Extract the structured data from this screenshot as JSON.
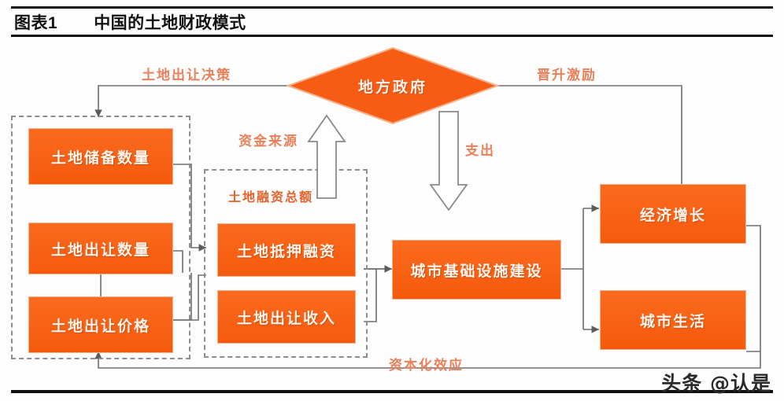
{
  "header": {
    "figure_label": "图表1",
    "title": "中国的土地财政模式"
  },
  "diagram": {
    "nodes": {
      "local_government": "地方政府",
      "land_reserve_quantity": "土地储备数量",
      "land_transfer_quantity": "土地出让数量",
      "land_transfer_price": "土地出让价格",
      "land_mortgage_financing": "土地抵押融资",
      "land_transfer_revenue": "土地出让收入",
      "urban_infrastructure": "城市基础设施建设",
      "economic_growth": "经济增长",
      "urban_life": "城市生活"
    },
    "group_captions": {
      "land_financing_total": "土地融资总额"
    },
    "annotations": {
      "land_transfer_decision": "土地出让决策",
      "promotion_incentive": "晋升激励",
      "funding_source": "资金来源",
      "expenditure": "支出",
      "capitalization_effect": "资本化效应"
    }
  },
  "watermark": {
    "text": "头条 @认是"
  },
  "colors": {
    "node_fill": "#f75c14",
    "node_text": "#fdf4ec",
    "annotation": "#e8805a",
    "group_caption": "#e2622c",
    "wire": "#6e6e6e",
    "dashed_border": "#8d8d8d",
    "rule": "#111111"
  }
}
